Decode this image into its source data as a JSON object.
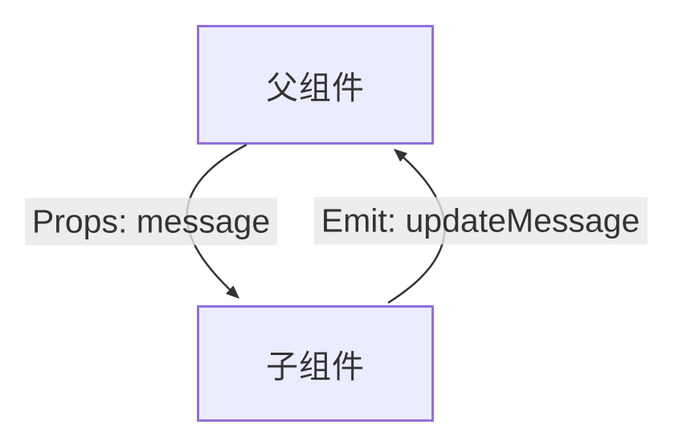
{
  "diagram": {
    "type": "flowchart",
    "direction": "top-down",
    "nodes": [
      {
        "id": "parent",
        "label": "父组件"
      },
      {
        "id": "child",
        "label": "子组件"
      }
    ],
    "edges": [
      {
        "from": "parent",
        "to": "child",
        "label": "Props: message"
      },
      {
        "from": "child",
        "to": "parent",
        "label": "Emit: updateMessage"
      }
    ],
    "colors": {
      "background": "#ffffff",
      "node_fill": "#ECECFF",
      "node_border": "#9370DB",
      "edge_stroke": "#333333",
      "label_bg": "rgba(232,232,232,0.8)",
      "text": "#333333"
    }
  }
}
